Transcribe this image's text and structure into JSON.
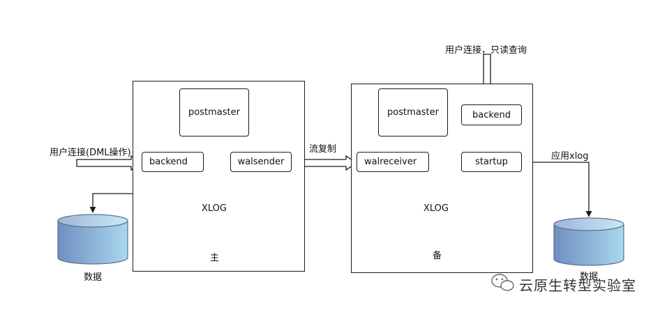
{
  "primary": {
    "postmaster": "postmaster",
    "backend": "backend",
    "walsender": "walsender",
    "xlog": "XLOG",
    "label": "主",
    "data_label": "数据",
    "user_conn": "用户连接(DML操作)"
  },
  "replication_label": "流复制",
  "standby": {
    "postmaster": "postmaster",
    "backend": "backend",
    "walreceiver": "walreceiver",
    "startup": "startup",
    "xlog": "XLOG",
    "label": "备",
    "data_label": "数据",
    "user_conn": "用户连接，只读查询",
    "apply_label": "应用xlog"
  },
  "watermark": "云原生转型实验室",
  "colors": {
    "line": "#1a1a1a",
    "cylinder_dark": "#6f8fc0",
    "cylinder_light": "#a9d8ee"
  }
}
